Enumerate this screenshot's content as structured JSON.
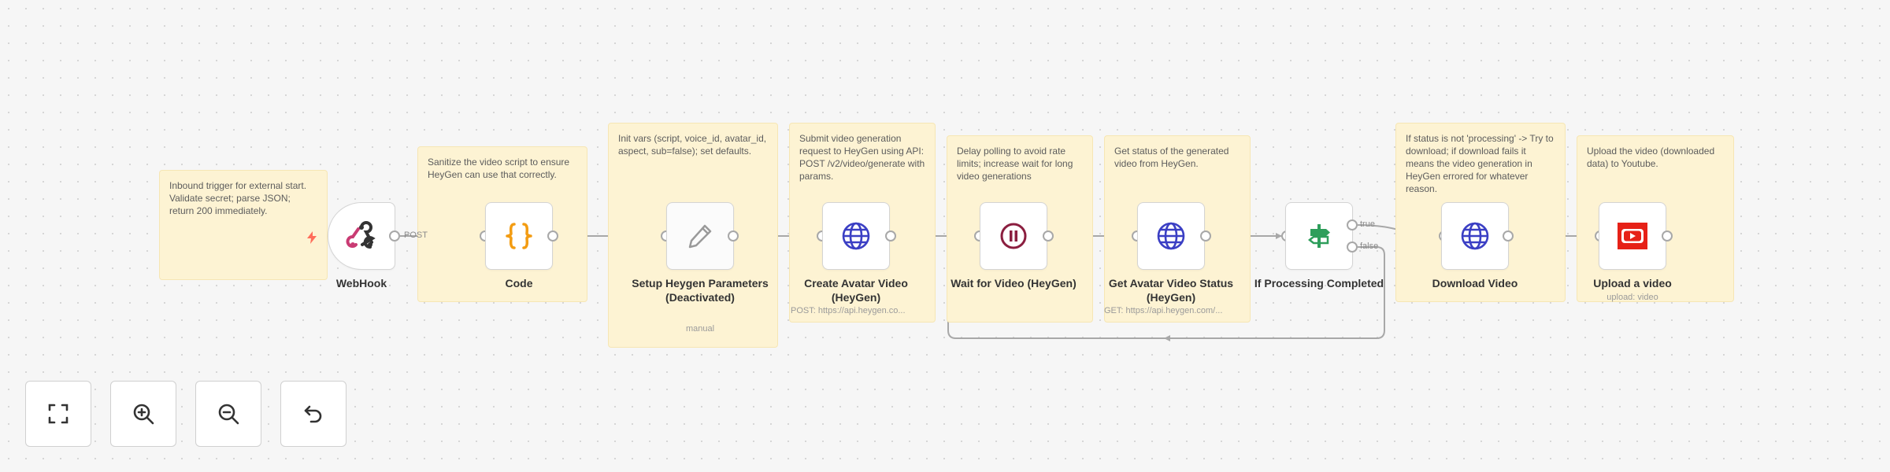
{
  "notes": [
    {
      "id": "webhook",
      "text": "Inbound trigger for external start. Validate secret; parse JSON; return 200 immediately."
    },
    {
      "id": "code",
      "text": "Sanitize the video script to ensure HeyGen can use that correctly."
    },
    {
      "id": "setup",
      "text": "Init vars (script, voice_id, avatar_id, aspect, sub=false); set defaults."
    },
    {
      "id": "create",
      "text": "Submit video generation request to HeyGen using API: POST /v2/video/generate with params."
    },
    {
      "id": "wait",
      "text": "Delay polling to avoid rate limits; increase wait for long video generations"
    },
    {
      "id": "status",
      "text": "Get status of the generated video from HeyGen."
    },
    {
      "id": "download",
      "text": "If status is not 'processing' -> Try to download; if download fails it means the video generation in HeyGen errored for whatever reason."
    },
    {
      "id": "upload",
      "text": "Upload the video (downloaded data) to Youtube."
    }
  ],
  "nodes": [
    {
      "id": "webhook",
      "label": "WebHook",
      "icon": "webhook-icon"
    },
    {
      "id": "code",
      "label": "Code",
      "icon": "code-braces-icon"
    },
    {
      "id": "setup",
      "label": "Setup Heygen Parameters (Deactivated)",
      "subtitle": "manual",
      "icon": "pencil-icon"
    },
    {
      "id": "create",
      "label": "Create Avatar Video (HeyGen)",
      "subtitle": "POST: https://api.heygen.co...",
      "icon": "globe-icon"
    },
    {
      "id": "wait",
      "label": "Wait for Video (HeyGen)",
      "icon": "pause-icon"
    },
    {
      "id": "status",
      "label": "Get Avatar Video Status (HeyGen)",
      "subtitle": "GET: https://api.heygen.com/...",
      "icon": "globe-icon"
    },
    {
      "id": "ifproc",
      "label": "If Processing Completed",
      "icon": "signpost-icon"
    },
    {
      "id": "download",
      "label": "Download Video",
      "icon": "globe-icon"
    },
    {
      "id": "upload",
      "label": "Upload a video",
      "subtitle": "upload: video",
      "icon": "youtube-icon"
    }
  ],
  "edge_labels": {
    "post": "POST",
    "true": "true",
    "false": "false"
  },
  "controls": [
    {
      "id": "fit",
      "icon": "fit-view-icon"
    },
    {
      "id": "zoom-in",
      "icon": "zoom-in-icon"
    },
    {
      "id": "zoom-out",
      "icon": "zoom-out-icon"
    },
    {
      "id": "reset",
      "icon": "undo-icon"
    }
  ],
  "colors": {
    "sticky_bg": "#fdf3d3",
    "edge": "#a8a8a8",
    "globe": "#3b3fc4",
    "code": "#f39c12",
    "wait": "#8b1e3f",
    "if": "#2e9e5b",
    "youtube": "#e62117",
    "trigger_bolt": "#ff6d5a"
  }
}
